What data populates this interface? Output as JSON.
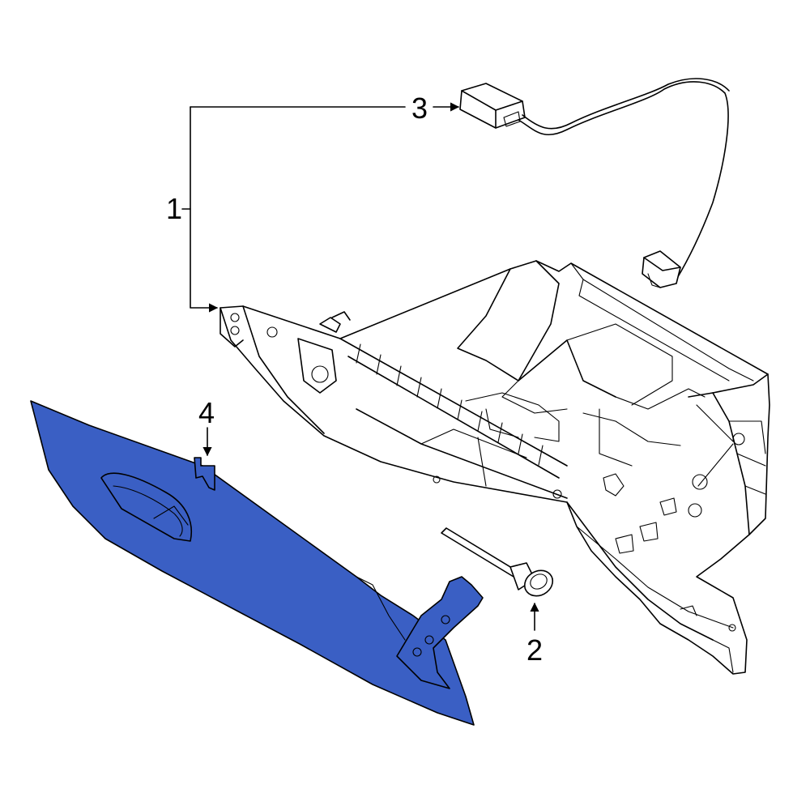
{
  "callouts": {
    "c1": "1",
    "c2": "2",
    "c3": "3",
    "c4": "4"
  },
  "colors": {
    "highlight": "#3a5fc4",
    "line": "#000000",
    "background": "#ffffff"
  }
}
